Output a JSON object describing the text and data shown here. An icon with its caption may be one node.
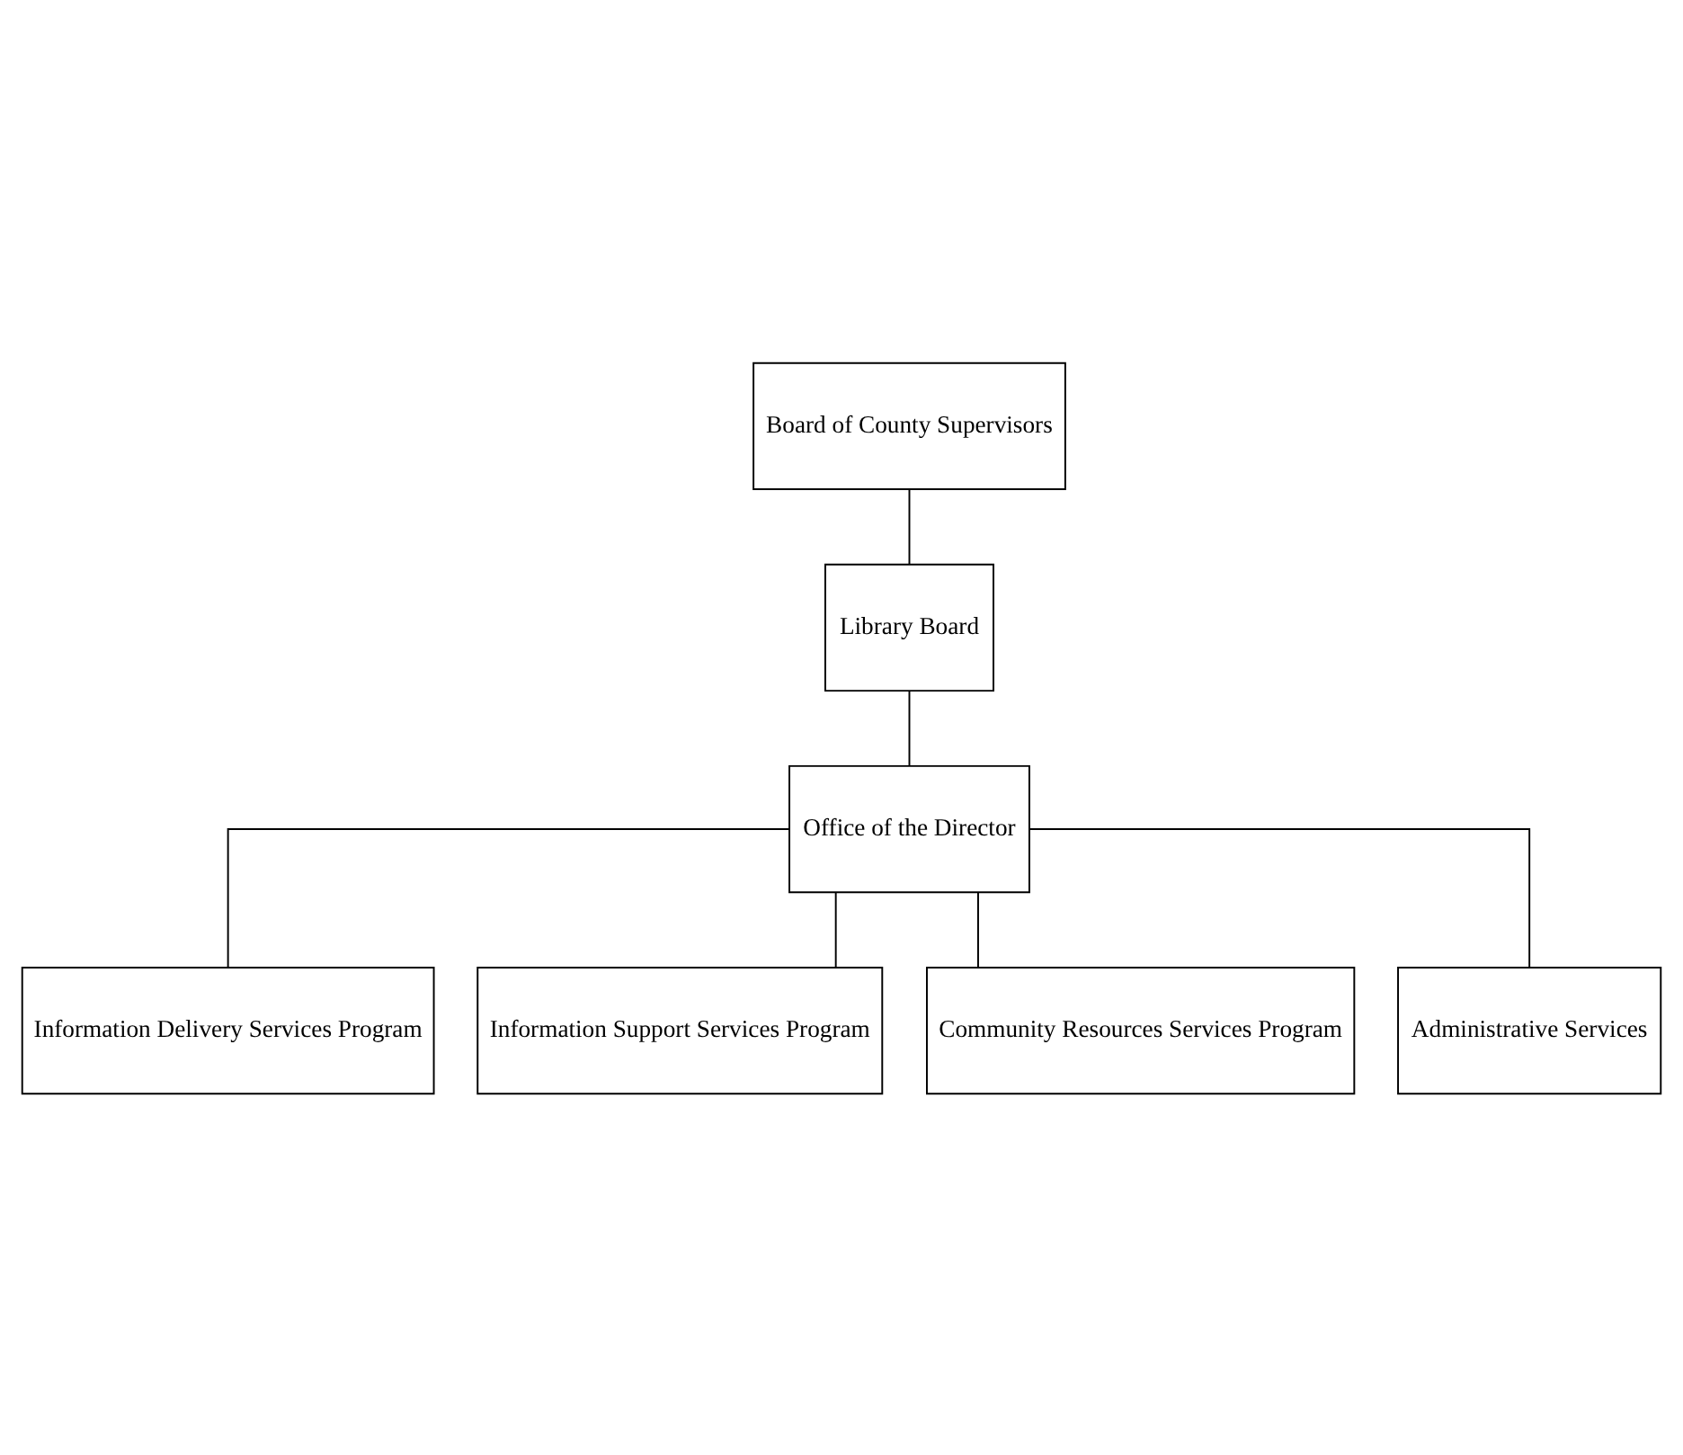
{
  "diagram": {
    "nodes": [
      {
        "text": [
          "Board of County Supervisors"
        ]
      },
      {
        "text": [
          "Library Board"
        ]
      },
      {
        "text": [
          "Office of the Director"
        ]
      },
      {
        "text": [
          "Information Delivery Services Program"
        ]
      },
      {
        "text": [
          "Information Support Services Program"
        ]
      },
      {
        "text": [
          "Community Resources Services Program"
        ]
      },
      {
        "text": [
          "Administrative Services"
        ]
      }
    ],
    "edges": [
      {
        "from": 0,
        "to": 1,
        "arrow": "none"
      },
      {
        "from": 1,
        "to": 2,
        "arrow": "none"
      },
      {
        "from": 2,
        "to": 3,
        "arrow": "none"
      },
      {
        "from": 2,
        "to": 4,
        "arrow": "none"
      },
      {
        "from": 2,
        "to": 5,
        "arrow": "none"
      },
      {
        "from": 2,
        "to": 6,
        "arrow": "none"
      }
    ]
  }
}
